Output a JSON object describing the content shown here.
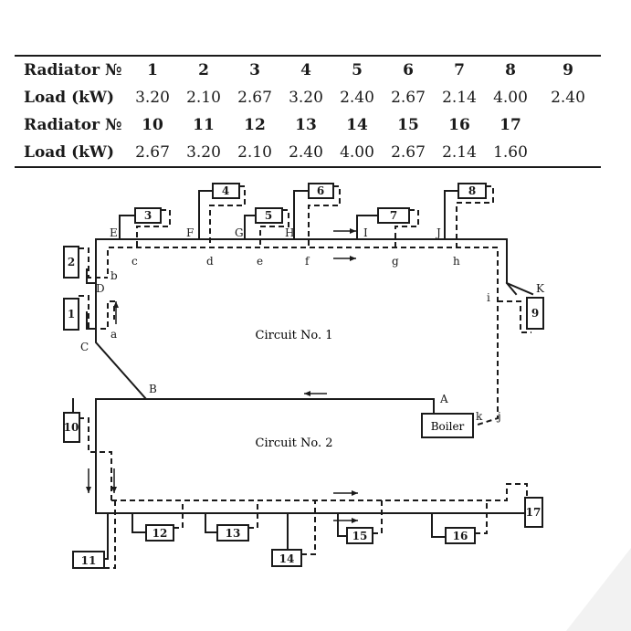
{
  "table": {
    "row1_header": "Radiator №",
    "row1_values": [
      "1",
      "2",
      "3",
      "4",
      "5",
      "6",
      "7",
      "8",
      "9"
    ],
    "row2_header": "Load (kW)",
    "row2_values": [
      "3.20",
      "2.10",
      "2.67",
      "3.20",
      "2.40",
      "2.67",
      "2.14",
      "4.00",
      "2.40"
    ],
    "row3_header": "Radiator №",
    "row3_values": [
      "10",
      "11",
      "12",
      "13",
      "14",
      "15",
      "16",
      "17"
    ],
    "row4_header": "Load (kW)",
    "row4_values": [
      "2.67",
      "3.20",
      "2.10",
      "2.40",
      "4.00",
      "2.67",
      "2.14",
      "1.60"
    ]
  },
  "diagram": {
    "circuit1_label": "Circuit No. 1",
    "circuit2_label": "Circuit No. 2",
    "boiler_label": "Boiler",
    "point_labels": {
      "A": "A",
      "B": "B",
      "C": "C",
      "D": "D",
      "E": "E",
      "F": "F",
      "G": "G",
      "H": "H",
      "I": "I",
      "J": "J",
      "K": "K",
      "a": "a",
      "b": "b",
      "c": "c",
      "d": "d",
      "e": "e",
      "f": "f",
      "g": "g",
      "h": "h",
      "i": "i",
      "j": "j",
      "k": "k"
    },
    "radiators": {
      "r1": "1",
      "r2": "2",
      "r3": "3",
      "r4": "4",
      "r5": "5",
      "r6": "6",
      "r7": "7",
      "r8": "8",
      "r9": "9",
      "r10": "10",
      "r11": "11",
      "r12": "12",
      "r13": "13",
      "r14": "14",
      "r15": "15",
      "r16": "16",
      "r17": "17"
    }
  }
}
